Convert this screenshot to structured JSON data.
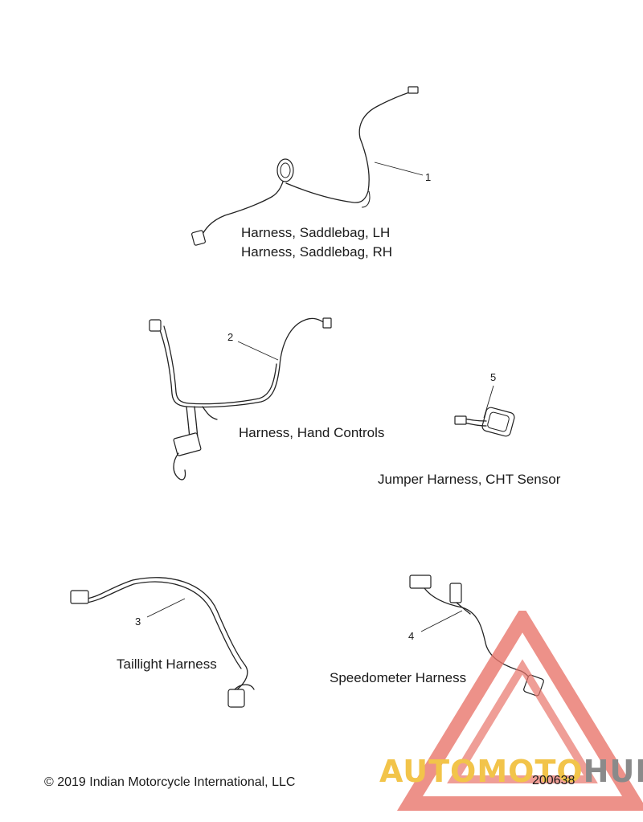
{
  "labels": {
    "saddlebag_lh": "Harness, Saddlebag, LH",
    "saddlebag_rh": "Harness, Saddlebag, RH",
    "hand_controls": "Harness, Hand Controls",
    "cht_sensor": "Jumper Harness, CHT Sensor",
    "taillight": "Taillight Harness",
    "speedometer": "Speedometer Harness"
  },
  "callouts": [
    "1",
    "2",
    "3",
    "4",
    "5"
  ],
  "footer": {
    "copyright": "© 2019 Indian Motorcycle International, LLC",
    "figure_number": "200638"
  },
  "watermark": {
    "part1": "AUTOMOTO",
    "part2": "HUB",
    "triangle_color": "#e8756b",
    "text_color_1": "#f2c44a",
    "text_color_2": "#8a8a8a"
  }
}
